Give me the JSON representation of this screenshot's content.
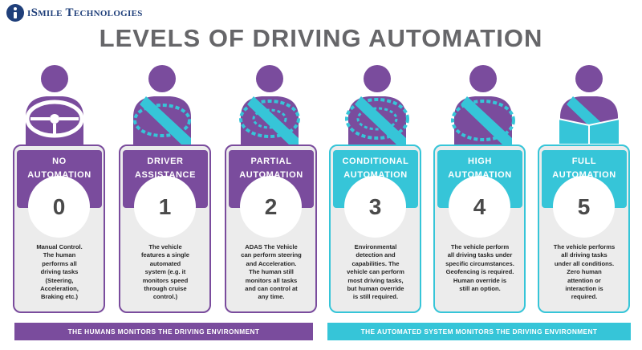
{
  "header": {
    "logo_text": "iSmile Technologies",
    "title": "LEVELS OF DRIVING AUTOMATION"
  },
  "colors": {
    "human_purple": "#7a4c9d",
    "system_teal": "#36c5d8",
    "figure_purple": "#7a4c9d",
    "figure_teal": "#36c5d8"
  },
  "levels": [
    {
      "number": "0",
      "title_line1": "NO",
      "title_line2": "AUTOMATION",
      "description": [
        "Manual Control.",
        "The human",
        "performs all",
        "driving tasks",
        "(Steering,",
        "Acceleration,",
        "Braking etc.)"
      ]
    },
    {
      "number": "1",
      "title_line1": "DRIVER",
      "title_line2": "ASSISTANCE",
      "description": [
        "The vehicle",
        "features a single",
        "automated",
        "system (e.g. it",
        "monitors speed",
        "through cruise",
        "control.)"
      ]
    },
    {
      "number": "2",
      "title_line1": "PARTIAL",
      "title_line2": "AUTOMATION",
      "description": [
        "ADAS The Vehicle",
        "can perform steering",
        "and Acceleration.",
        "The human  still",
        "monitors all tasks",
        "and can control at",
        "any time."
      ]
    },
    {
      "number": "3",
      "title_line1": "CONDITIONAL",
      "title_line2": "AUTOMATION",
      "description": [
        "Environmental",
        "detection and",
        "capabilities. The",
        "vehicle can perform",
        "most driving tasks,",
        "but human override",
        "is still required."
      ]
    },
    {
      "number": "4",
      "title_line1": "HIGH",
      "title_line2": "AUTOMATION",
      "description": [
        "The vehicle perform",
        "all driving tasks under",
        "specific circumstances.",
        "Geofencing is required.",
        "Human override is",
        "still an option."
      ]
    },
    {
      "number": "5",
      "title_line1": "FULL",
      "title_line2": "AUTOMATION",
      "description": [
        "The vehicle performs",
        "all driving tasks",
        "under all conditions.",
        "Zero human",
        "attention or",
        "interaction is",
        "required."
      ]
    }
  ],
  "footer": {
    "human": "THE HUMANS MONITORS THE DRIVING ENVIRONMENT",
    "system": "THE AUTOMATED SYSTEM MONITORS THE DRIVING ENVIRONMENT"
  }
}
